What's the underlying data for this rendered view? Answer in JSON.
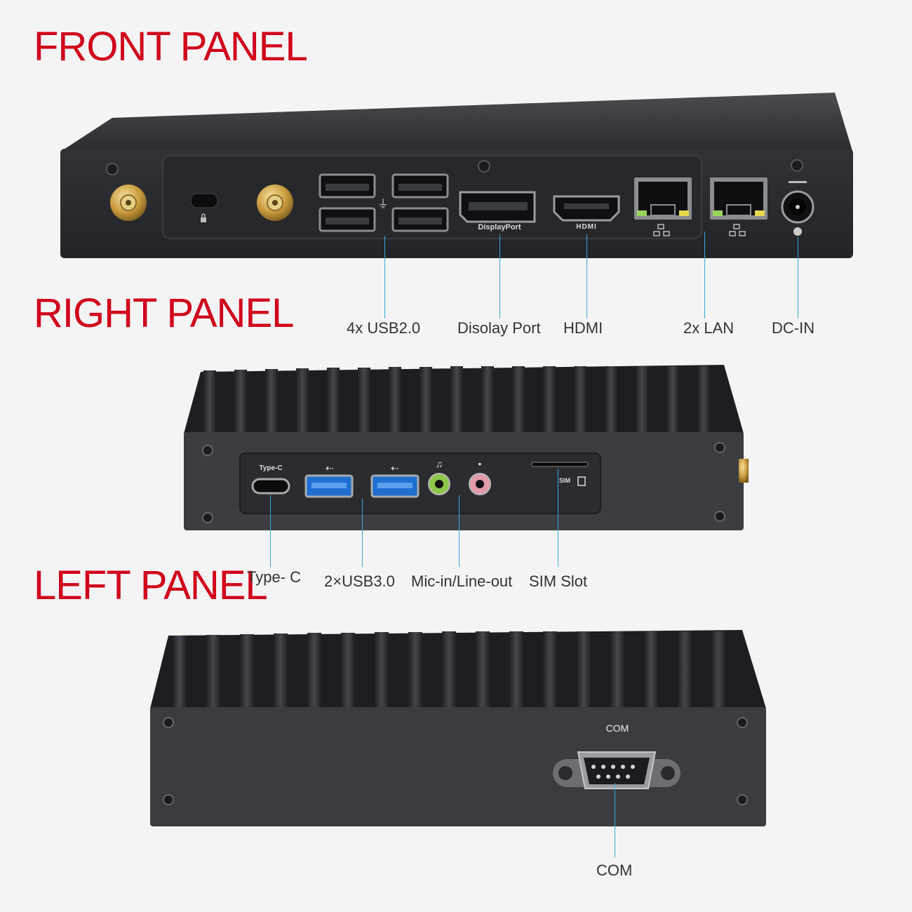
{
  "sections": {
    "front": "FRONT PANEL",
    "right": "RIGHT PANEL",
    "left": "LEFT PANEL"
  },
  "front_ports": {
    "displayport": "DisplayPort",
    "hdmi": "HDMI"
  },
  "front_callouts": {
    "usb": "4x USB2.0",
    "displayport": "Disolay Port",
    "hdmi": "HDMI",
    "lan": "2x LAN",
    "dcin": "DC-IN"
  },
  "right_ports": {
    "typec": "Type-C",
    "sim": "SIM"
  },
  "right_callouts": {
    "typec": "Type- C",
    "usb3": "2×USB3.0",
    "audio": "Mic-in/Line-out",
    "sim": "SIM Slot"
  },
  "left_ports": {
    "com": "COM"
  },
  "left_callouts": {
    "com": "COM"
  },
  "colors": {
    "title_red": "#d0021b",
    "leader_blue": "#3aa8d8",
    "chassis": "#2e3034",
    "usb3_blue": "#1e6fd0"
  }
}
